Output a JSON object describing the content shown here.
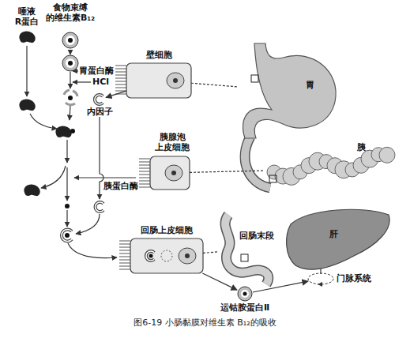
{
  "diagram": {
    "caption": "图6-19 小肠黏膜对维生素 B₁₂的吸收",
    "nodes": [
      {
        "text": [
          "唾液 R蛋白"
        ]
      },
      {
        "text": [
          "食物束缚 的维生素B₁₂"
        ]
      },
      {
        "text": [
          "壁细胞"
        ]
      },
      {
        "text": [
          "胃"
        ]
      },
      {
        "text": [
          "内因子"
        ]
      },
      {
        "text": [
          "胰腺泡 上皮细胞"
        ]
      },
      {
        "text": [
          "胰"
        ]
      },
      {
        "text": [
          "回肠上皮细胞"
        ]
      },
      {
        "text": [
          "回肠末段"
        ]
      },
      {
        "text": [
          "肝"
        ]
      },
      {
        "text": [
          "门脉系统"
        ]
      },
      {
        "text": [
          "运钴胺蛋白Ⅱ"
        ]
      }
    ],
    "edges": [
      {
        "from": 2,
        "to": 4,
        "arrow": "to"
      },
      {
        "from": 2,
        "to": 3,
        "arrow": "none"
      },
      {
        "from": 5,
        "to": 6,
        "arrow": "none"
      },
      {
        "from": 7,
        "to": 8,
        "arrow": "none"
      },
      {
        "from": 7,
        "to": 11,
        "arrow": "to"
      },
      {
        "from": 11,
        "to": 10,
        "arrow": "to"
      }
    ],
    "labels": [
      "胃蛋白酶",
      "HCl",
      "胰蛋白酶"
    ]
  }
}
